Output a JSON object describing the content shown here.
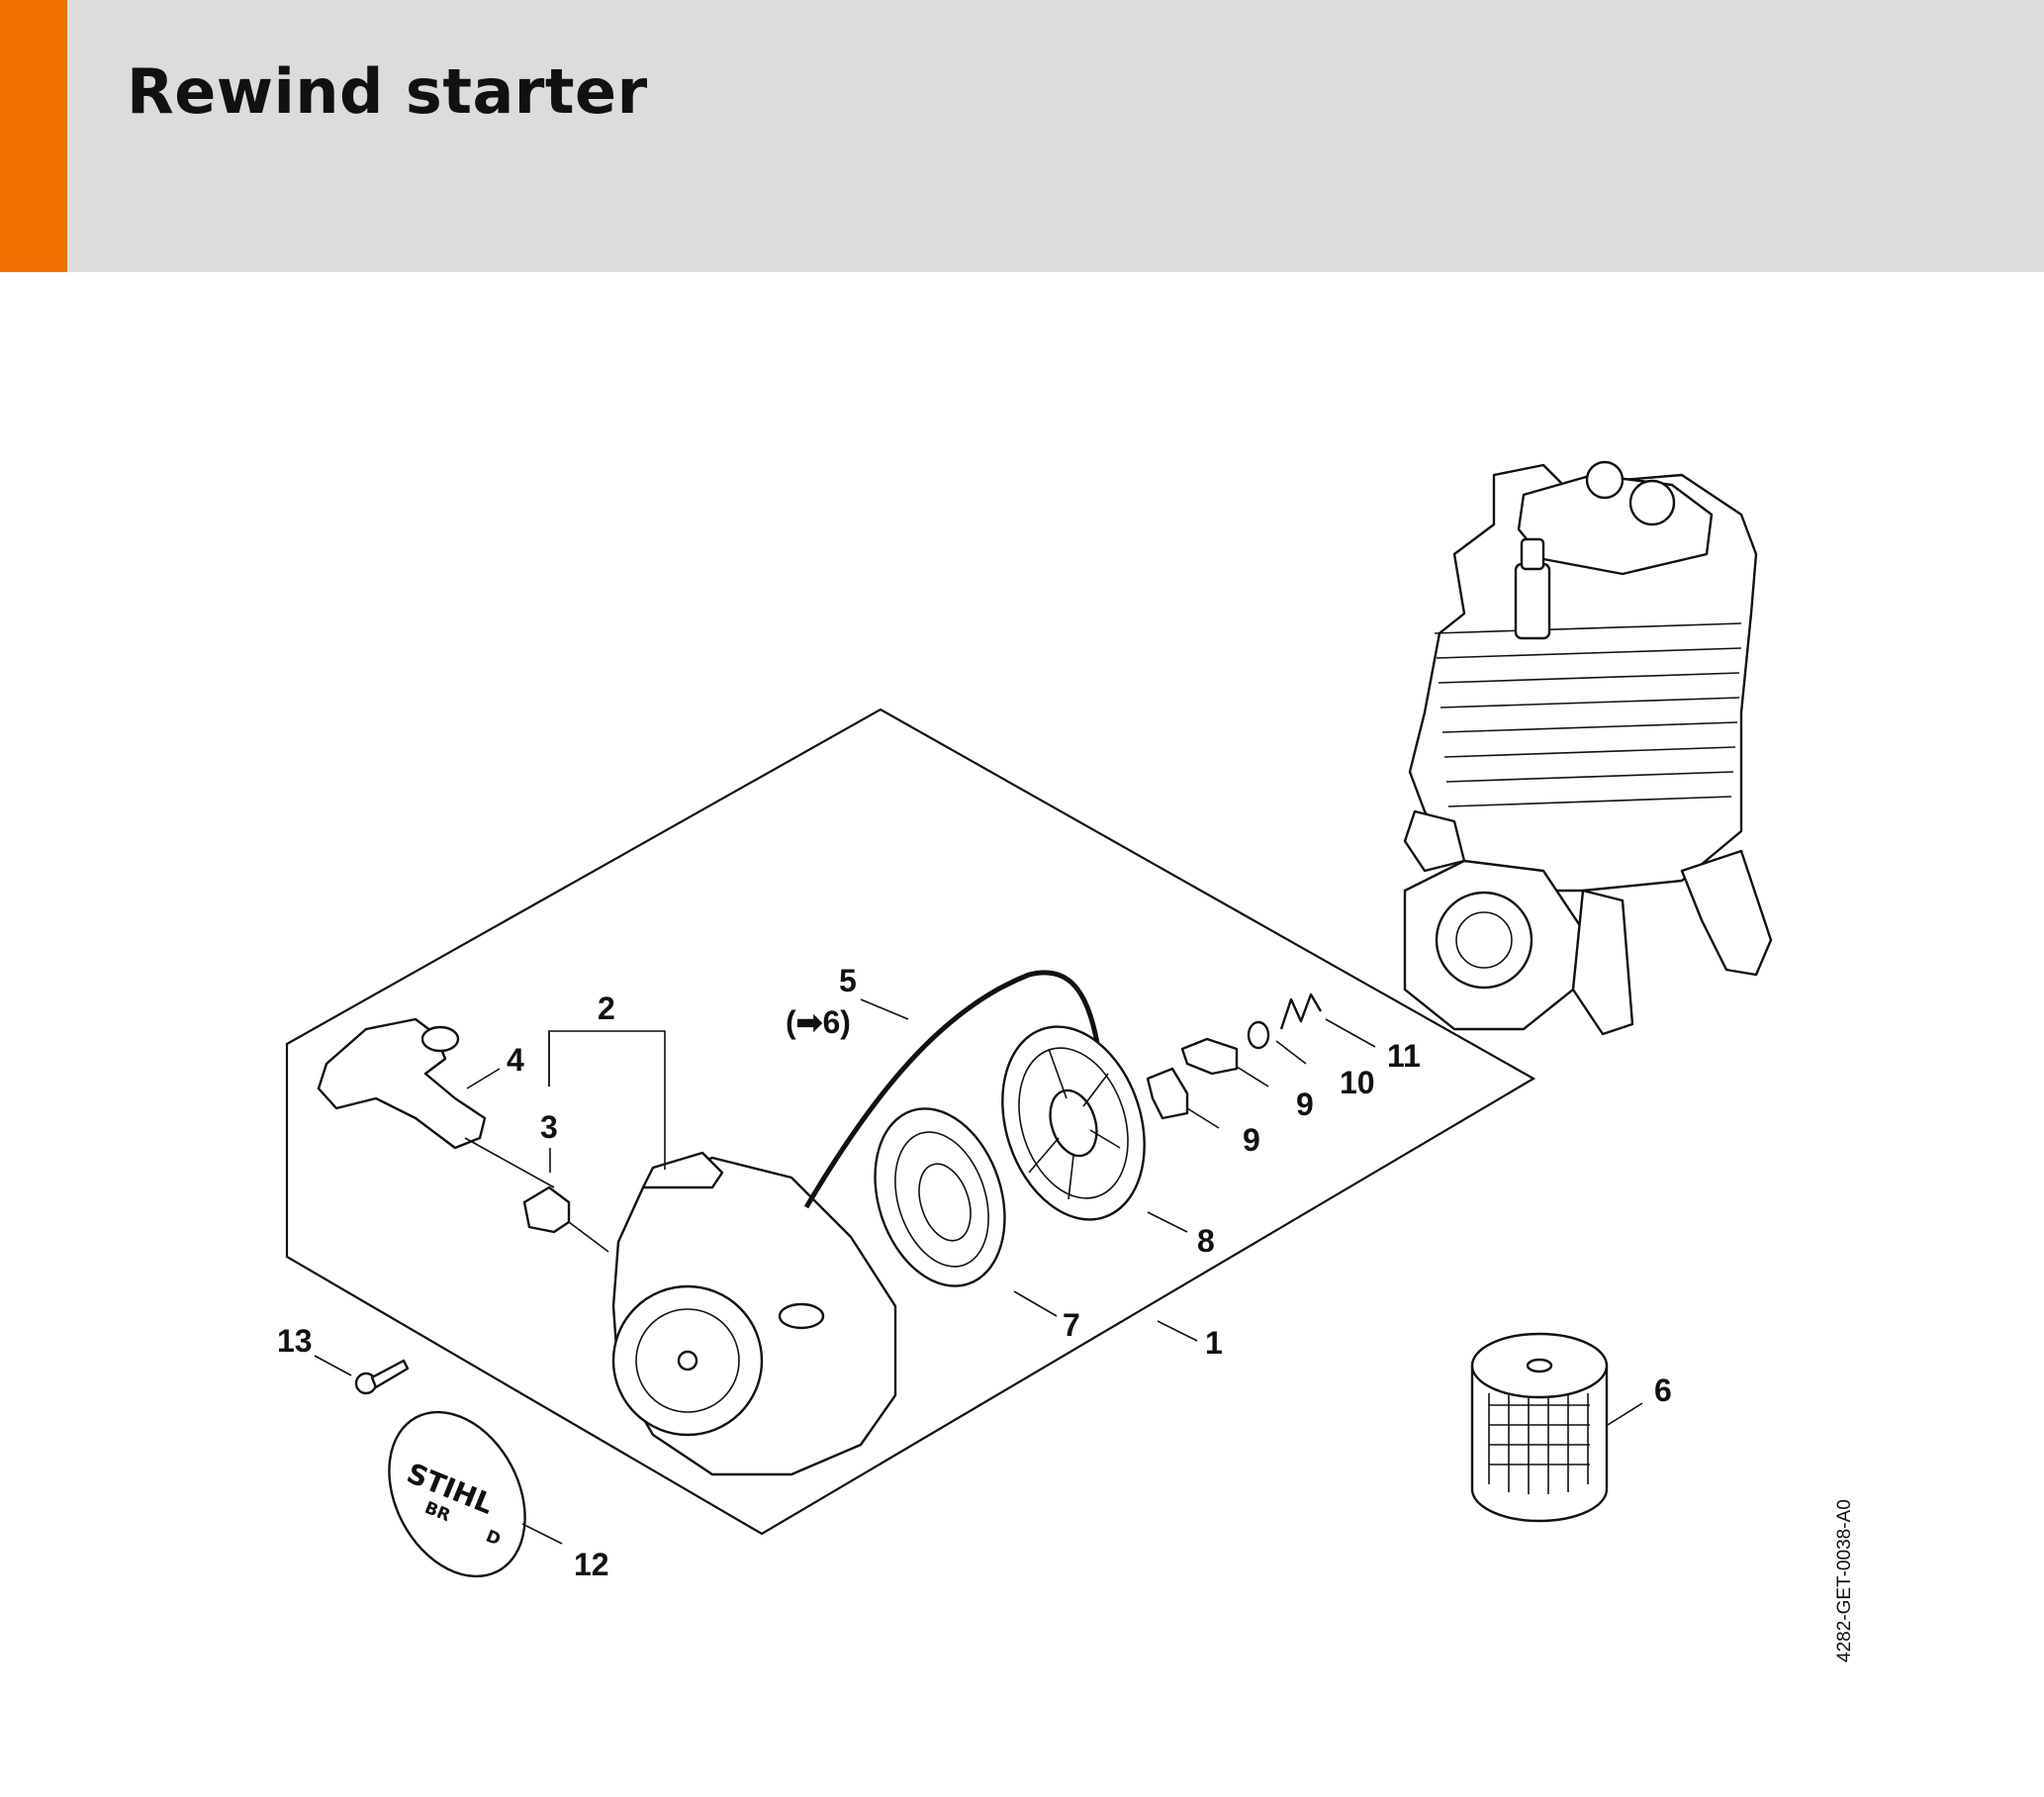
{
  "header": {
    "title": "Rewind starter",
    "accent_color": "#f07000",
    "background_color": "#dcdcdc"
  },
  "callouts": {
    "c1": "1",
    "c2": "2",
    "c3": "3",
    "c4": "4",
    "c5": "5",
    "c5_ref": "(➡6)",
    "c6": "6",
    "c7": "7",
    "c8": "8",
    "c9a": "9",
    "c9b": "9",
    "c10": "10",
    "c11": "11",
    "c12": "12",
    "c13": "13"
  },
  "drawing_reference": "4282-GET-0038-A0",
  "logo": {
    "brand": "STIHL",
    "sub": "BR",
    "sub2": "D"
  }
}
